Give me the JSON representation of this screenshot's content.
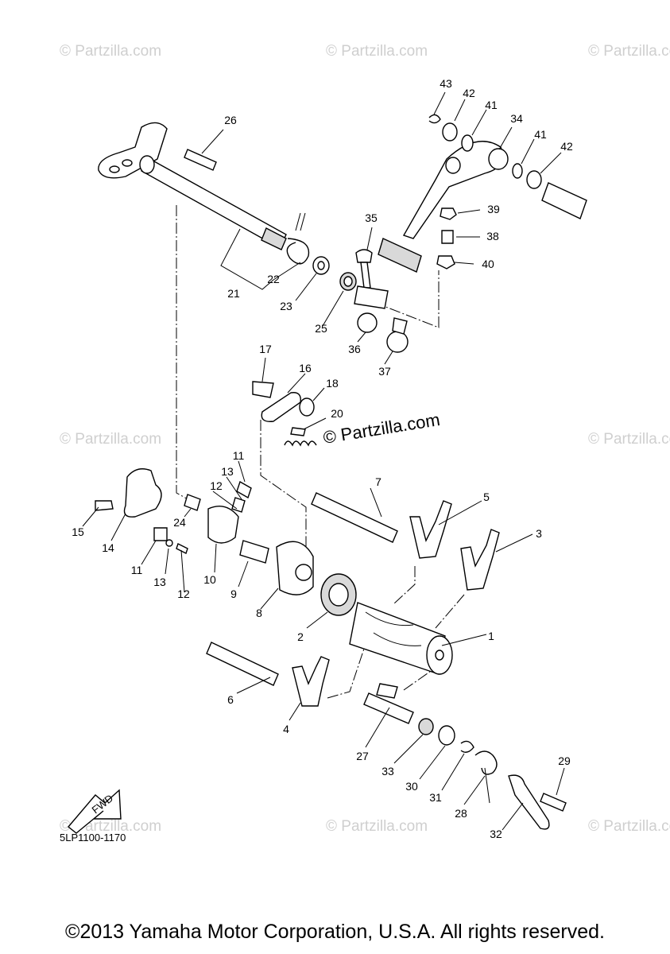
{
  "diagram_code": "5LP1100-1170",
  "fwd_label": "FWD",
  "copyright": "©2013 Yamaha Motor Corporation, U.S.A. All rights reserved.",
  "watermark": "© Partzilla.com",
  "watermark_center": "© Partzilla.com",
  "callouts": {
    "p1": "1",
    "p2": "2",
    "p3": "3",
    "p4": "4",
    "p5": "5",
    "p6": "6",
    "p7": "7",
    "p8": "8",
    "p9": "9",
    "p10": "10",
    "p11a": "11",
    "p11b": "11",
    "p12a": "12",
    "p12b": "12",
    "p13a": "13",
    "p13b": "13",
    "p14": "14",
    "p15": "15",
    "p16": "16",
    "p17": "17",
    "p18": "18",
    "p20": "20",
    "p21": "21",
    "p22": "22",
    "p23": "23",
    "p24": "24",
    "p25": "25",
    "p26": "26",
    "p27": "27",
    "p28": "28",
    "p29": "29",
    "p30": "30",
    "p31": "31",
    "p32": "32",
    "p33": "33",
    "p34": "34",
    "p35": "35",
    "p36": "36",
    "p37": "37",
    "p38": "38",
    "p39": "39",
    "p40": "40",
    "p41a": "41",
    "p41b": "41",
    "p42a": "42",
    "p42b": "42",
    "p43": "43"
  }
}
